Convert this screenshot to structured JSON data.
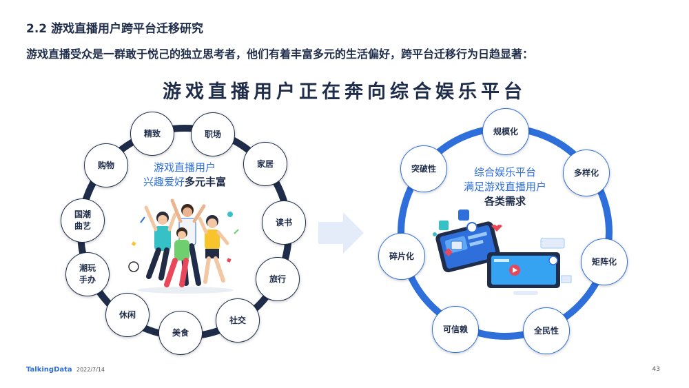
{
  "header": {
    "section_title": "2.2 游戏直播用户跨平台迁移研究",
    "subtitle": "游戏直播受众是一群敢于悦己的独立思考者，他们有着丰富多元的生活偏好，跨平台迁移行为日趋显著：",
    "headline": "游戏直播用户正在奔向综合娱乐平台"
  },
  "left_circle": {
    "center_line1": "游戏直播用户",
    "center_line2_plain": "兴趣爱好",
    "center_line2_strong": "多元丰富",
    "nodes": [
      {
        "line1": "精致",
        "line2": ""
      },
      {
        "line1": "职场",
        "line2": ""
      },
      {
        "line1": "家居",
        "line2": ""
      },
      {
        "line1": "读书",
        "line2": ""
      },
      {
        "line1": "旅行",
        "line2": ""
      },
      {
        "line1": "社交",
        "line2": ""
      },
      {
        "line1": "美食",
        "line2": ""
      },
      {
        "line1": "休闲",
        "line2": ""
      },
      {
        "line1": "潮玩",
        "line2": "手办"
      },
      {
        "line1": "国潮",
        "line2": "曲艺"
      },
      {
        "line1": "购物",
        "line2": ""
      }
    ]
  },
  "right_circle": {
    "center_line1": "综合娱乐平台",
    "center_line2": "满足游戏直播用户",
    "center_line3": "各类需求",
    "nodes": [
      {
        "label": "规模化"
      },
      {
        "label": "多样化"
      },
      {
        "label": "矩阵化"
      },
      {
        "label": "全民性"
      },
      {
        "label": "可信赖"
      },
      {
        "label": "碎片化"
      },
      {
        "label": "突破性"
      }
    ]
  },
  "footer": {
    "logo": "TalkingData",
    "date": "2022/7/14",
    "page": "43"
  },
  "colors": {
    "navy": "#1f2d4a",
    "blue": "#2e6fdc",
    "arrow": "#e3ecf8"
  }
}
